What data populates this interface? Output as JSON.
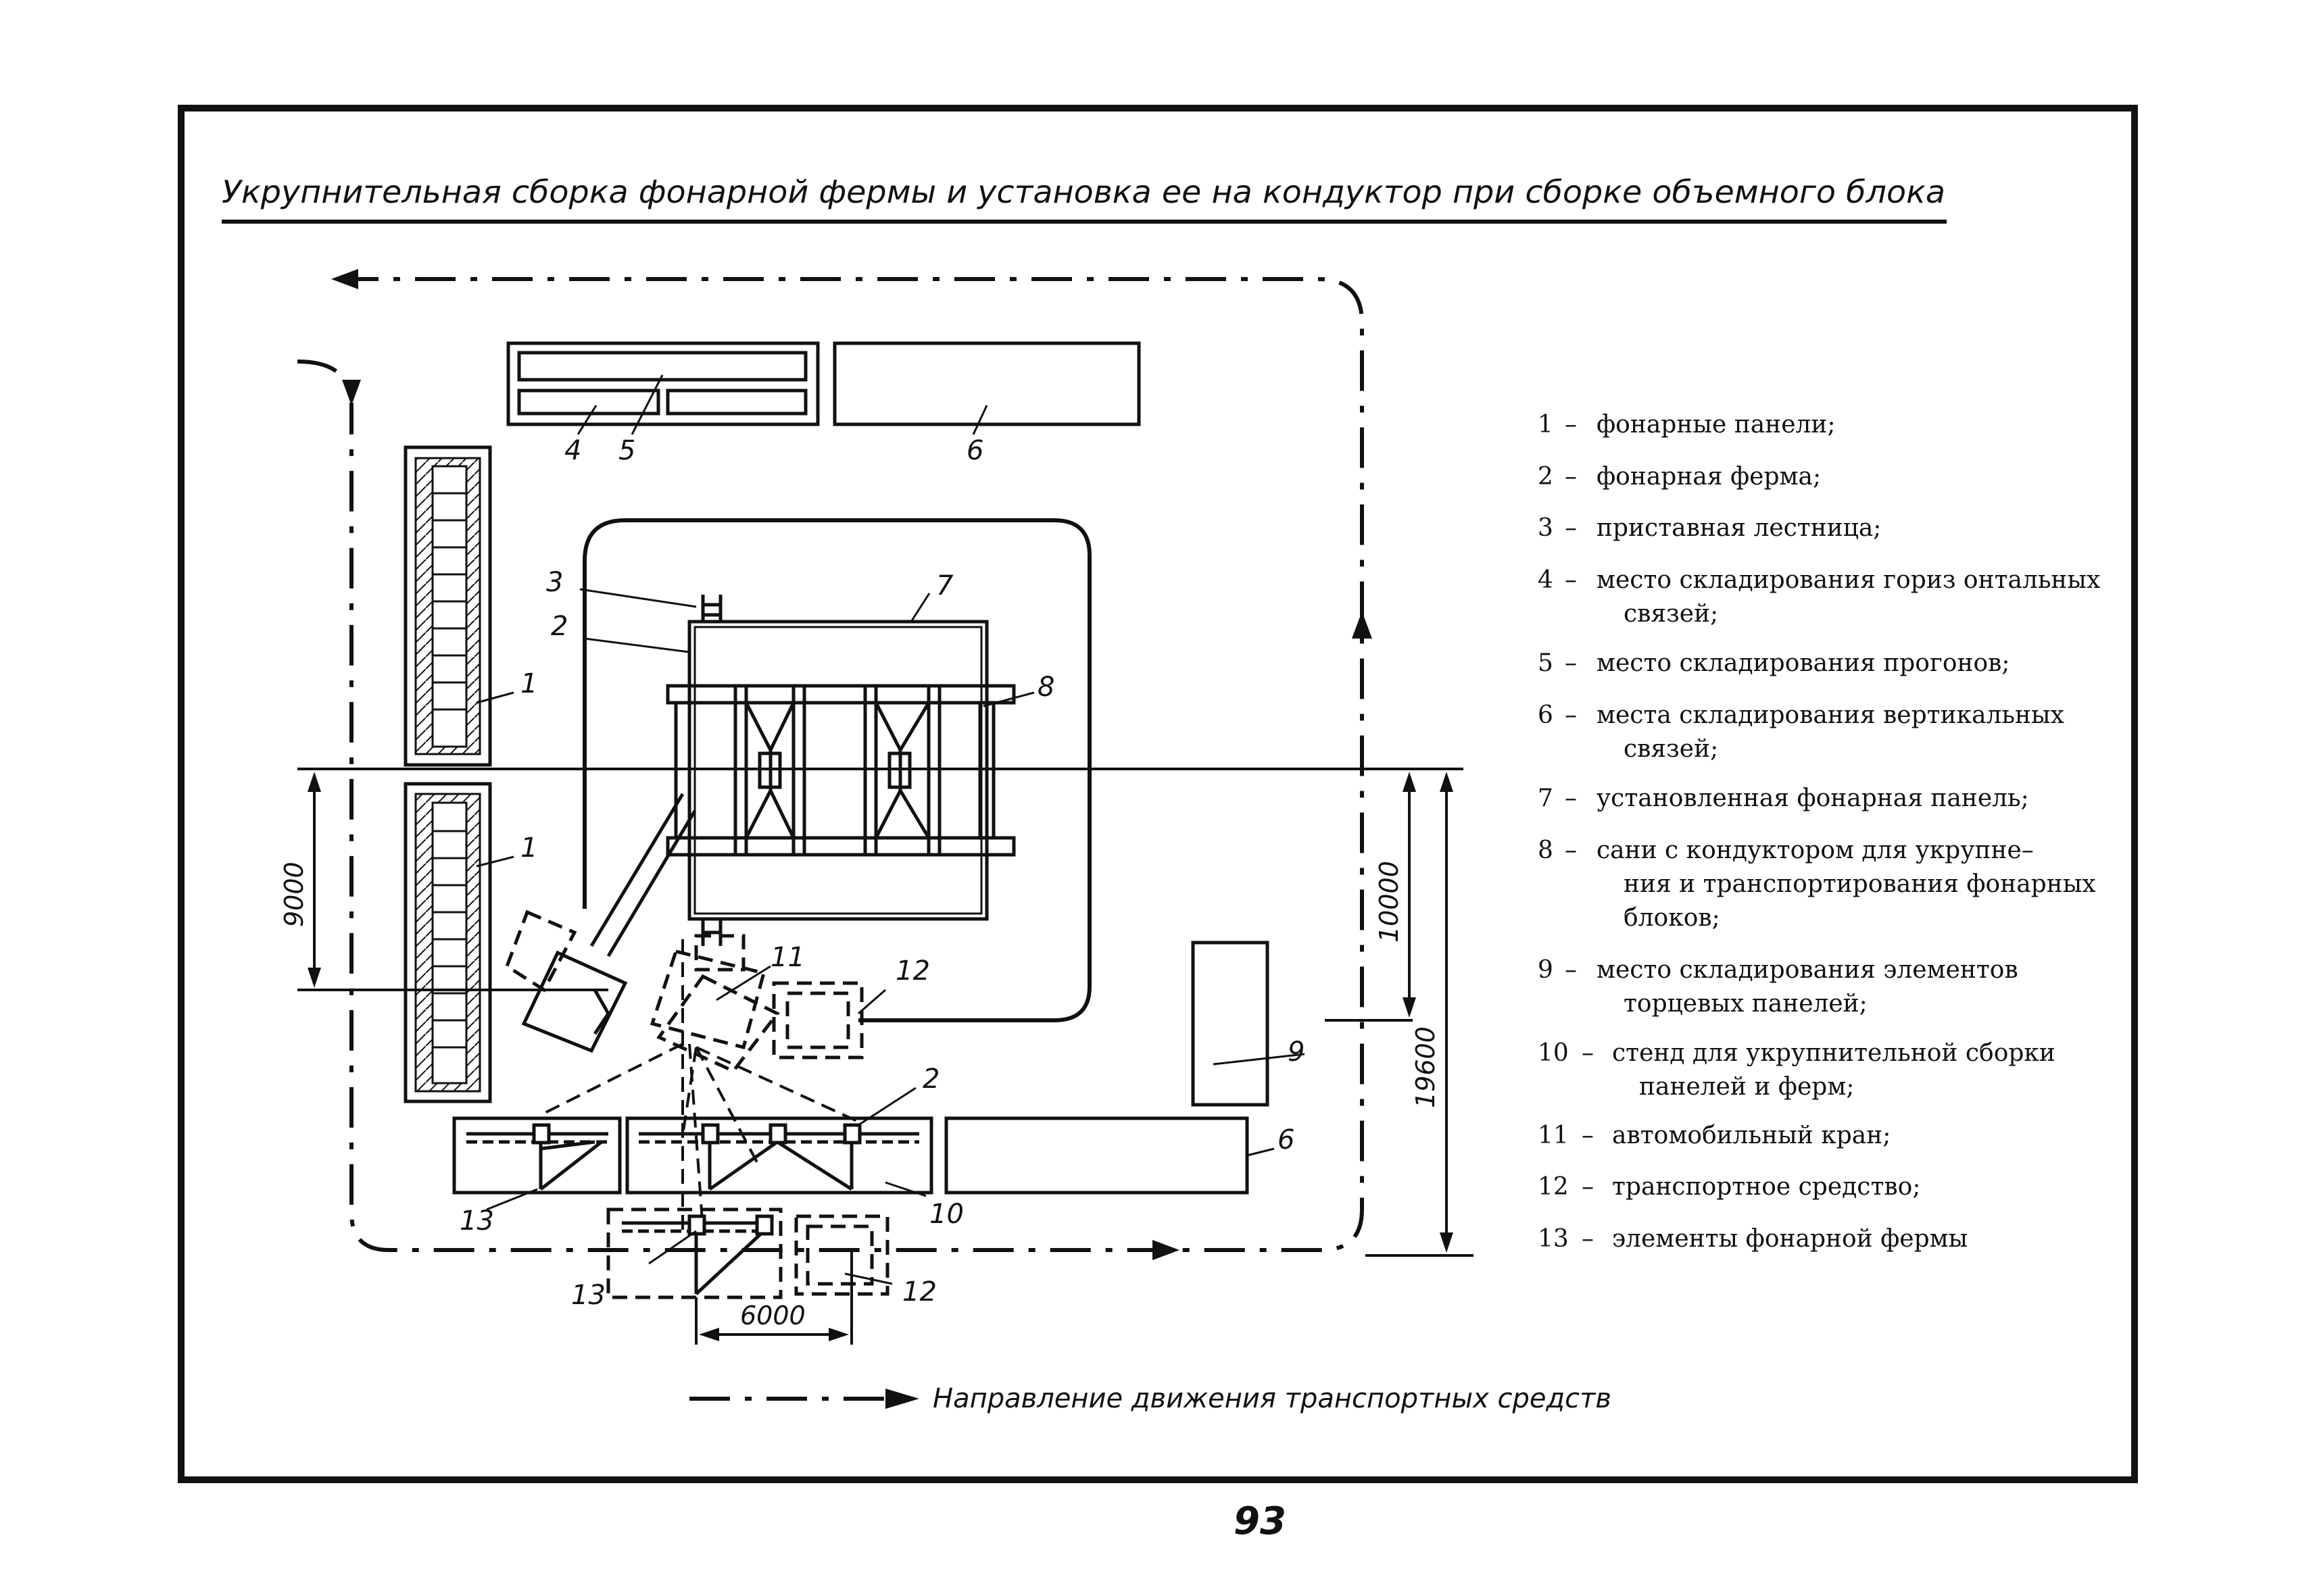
{
  "title": "Укрупнительная сборка фонарной фермы и установка ее на кондуктор при сборке объемного блока",
  "page_number": "93",
  "legend_items": [
    {
      "num": "1",
      "dash": "–",
      "lines": [
        "фонарные панели;"
      ]
    },
    {
      "num": "2",
      "dash": "–",
      "lines": [
        "фонарная ферма;"
      ]
    },
    {
      "num": "3",
      "dash": "–",
      "lines": [
        "приставная лестница;"
      ]
    },
    {
      "num": "4",
      "dash": "–",
      "lines": [
        "место складирования гориз онтальных",
        "связей;"
      ]
    },
    {
      "num": "5",
      "dash": "–",
      "lines": [
        "место складирования прогонов;"
      ]
    },
    {
      "num": "6",
      "dash": "–",
      "lines": [
        "места складирования вертикальных",
        "связей;"
      ]
    },
    {
      "num": "7",
      "dash": "–",
      "lines": [
        "установленная фонарная панель;"
      ]
    },
    {
      "num": "8",
      "dash": "–",
      "lines": [
        "сани с кондуктором для укрупне–",
        "ния и транспортирования фонарных",
        "блоков;"
      ]
    },
    {
      "num": "9",
      "dash": "–",
      "lines": [
        "место складирования элементов",
        "торцевых панелей;"
      ]
    },
    {
      "num": "10",
      "dash": "–",
      "lines": [
        "стенд для укрупнительной сборки",
        "панелей и ферм;"
      ]
    },
    {
      "num": "11",
      "dash": "–",
      "lines": [
        "автомобильный кран;"
      ]
    },
    {
      "num": "12",
      "dash": "–",
      "lines": [
        "транспортное средство;"
      ]
    },
    {
      "num": "13",
      "dash": "–",
      "lines": [
        "элементы фонарной фермы"
      ]
    }
  ],
  "arrow_legend": "Направление движения транспортных средств",
  "dimensions": {
    "d9000": "9000",
    "d10000": "10000",
    "d19600": "19600",
    "d6000": "6000"
  },
  "labels": {
    "l1a": "1",
    "l1b": "1",
    "l2": "2",
    "l2b": "2",
    "l3": "3",
    "l4": "4",
    "l5": "5",
    "l6a": "6",
    "l6b": "6",
    "l7": "7",
    "l8": "8",
    "l9": "9",
    "l10": "10",
    "l11": "11",
    "l12a": "12",
    "l12b": "12",
    "l13a": "13",
    "l13b": "13"
  },
  "colors": {
    "ink": "#111111",
    "paper": "#ffffff"
  }
}
